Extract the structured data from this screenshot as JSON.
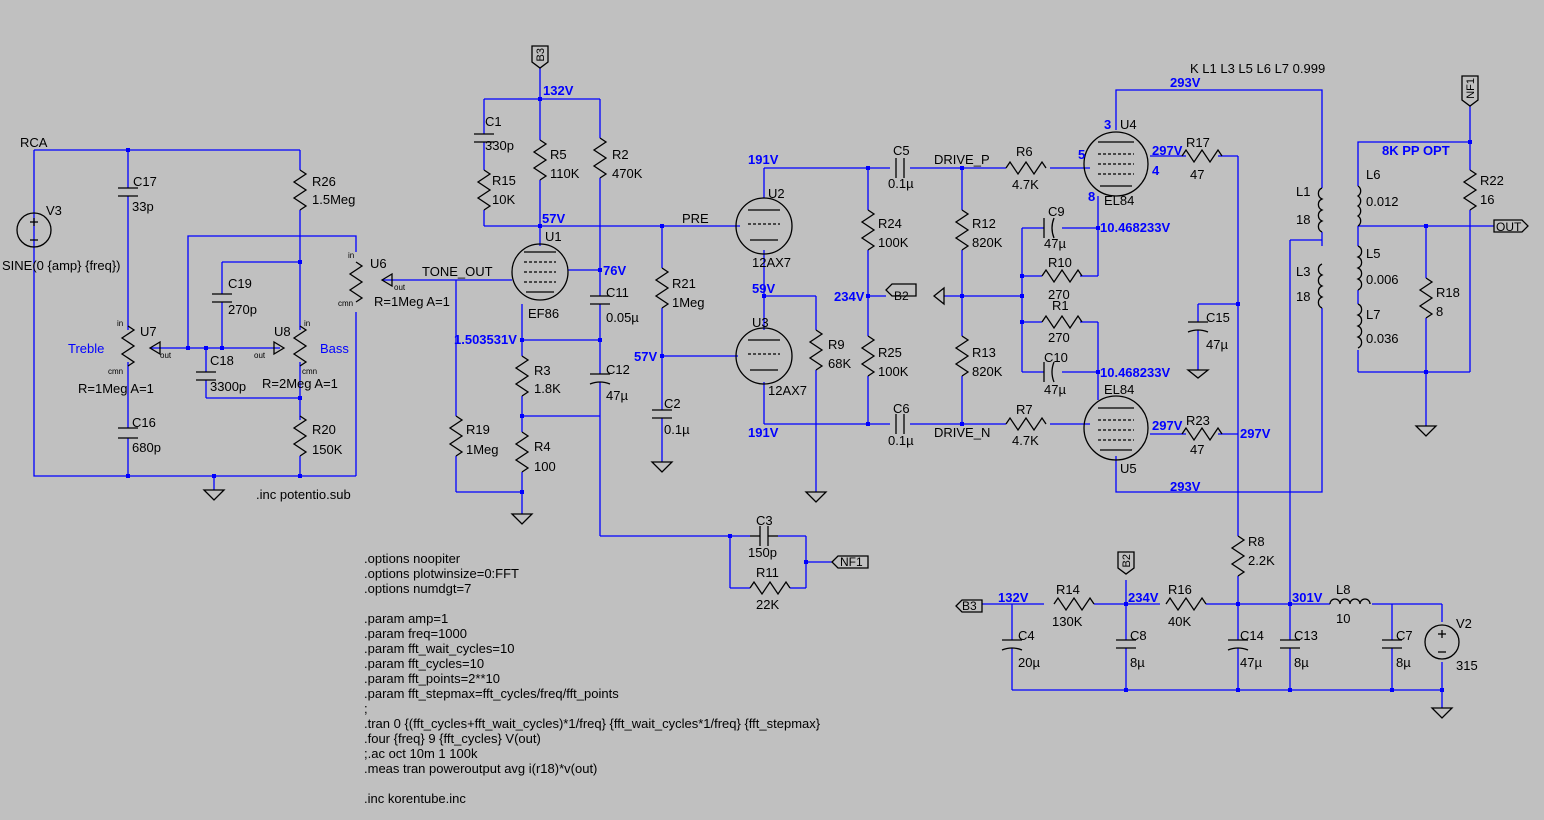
{
  "directives": [
    ".options noopiter",
    ".options plotwinsize=0:FFT",
    ".options numdgt=7",
    "",
    ".param amp=1",
    ".param freq=1000",
    ".param fft_wait_cycles=10",
    ".param fft_cycles=10",
    ".param fft_points=2**10",
    ".param fft_stepmax=fft_cycles/freq/fft_points",
    ";",
    ".tran 0 {(fft_cycles+fft_wait_cycles)*1/freq} {fft_wait_cycles*1/freq} {fft_stepmax}",
    ".four {freq} 9 {fft_cycles} V(out)",
    ";.ac oct 10m 1 100k",
    ".meas tran poweroutput avg i(r18)*v(out)",
    "",
    ".inc korentube.inc"
  ],
  "inc_potentio": ".inc potentio.sub",
  "coupling": "K L1 L3 L5 L6 L7  0.999",
  "opt_label": "8K PP OPT",
  "nets": {
    "rca": "RCA",
    "tone_out": "TONE_OUT",
    "pre": "PRE",
    "drive_p": "DRIVE_P",
    "drive_n": "DRIVE_N",
    "out": "OUT",
    "b3": "B3",
    "b2": "B2",
    "nf1": "NF1",
    "treble": "Treble",
    "bass": "Bass"
  },
  "components": [
    {
      "id": "V3",
      "ref": "V3",
      "val": "SINE(0 {amp} {freq})"
    },
    {
      "id": "C17",
      "ref": "C17",
      "val": "33p"
    },
    {
      "id": "R26",
      "ref": "R26",
      "val": "1.5Meg"
    },
    {
      "id": "C19",
      "ref": "C19",
      "val": "270p"
    },
    {
      "id": "U7",
      "ref": "U7",
      "val": "R=1Meg A=1"
    },
    {
      "id": "U8",
      "ref": "U8",
      "val": "R=2Meg A=1"
    },
    {
      "id": "C18",
      "ref": "C18",
      "val": "3300p"
    },
    {
      "id": "C16",
      "ref": "C16",
      "val": "680p"
    },
    {
      "id": "R20",
      "ref": "R20",
      "val": "150K"
    },
    {
      "id": "U6",
      "ref": "U6",
      "val": "R=1Meg A=1"
    },
    {
      "id": "C1",
      "ref": "C1",
      "val": "330p"
    },
    {
      "id": "R15",
      "ref": "R15",
      "val": "10K"
    },
    {
      "id": "R5",
      "ref": "R5",
      "val": "110K"
    },
    {
      "id": "R2",
      "ref": "R2",
      "val": "470K"
    },
    {
      "id": "U1",
      "ref": "U1",
      "val": "EF86"
    },
    {
      "id": "C11",
      "ref": "C11",
      "val": "0.05µ"
    },
    {
      "id": "C12",
      "ref": "C12",
      "val": "47µ"
    },
    {
      "id": "R3",
      "ref": "R3",
      "val": "1.8K"
    },
    {
      "id": "R4",
      "ref": "R4",
      "val": "100"
    },
    {
      "id": "R19",
      "ref": "R19",
      "val": "1Meg"
    },
    {
      "id": "R21",
      "ref": "R21",
      "val": "1Meg"
    },
    {
      "id": "C2",
      "ref": "C2",
      "val": "0.1µ"
    },
    {
      "id": "U2",
      "ref": "U2",
      "val": "12AX7"
    },
    {
      "id": "U3",
      "ref": "U3",
      "val": "12AX7"
    },
    {
      "id": "R9",
      "ref": "R9",
      "val": "68K"
    },
    {
      "id": "C5",
      "ref": "C5",
      "val": "0.1µ"
    },
    {
      "id": "C6",
      "ref": "C6",
      "val": "0.1µ"
    },
    {
      "id": "R24",
      "ref": "R24",
      "val": "100K"
    },
    {
      "id": "R25",
      "ref": "R25",
      "val": "100K"
    },
    {
      "id": "R12",
      "ref": "R12",
      "val": "820K"
    },
    {
      "id": "R13",
      "ref": "R13",
      "val": "820K"
    },
    {
      "id": "R6",
      "ref": "R6",
      "val": "4.7K"
    },
    {
      "id": "R7",
      "ref": "R7",
      "val": "4.7K"
    },
    {
      "id": "C9",
      "ref": "C9",
      "val": "47µ"
    },
    {
      "id": "R10",
      "ref": "R10",
      "val": "270"
    },
    {
      "id": "R1",
      "ref": "R1",
      "val": "270"
    },
    {
      "id": "C10",
      "ref": "C10",
      "val": "47µ"
    },
    {
      "id": "U4",
      "ref": "U4",
      "val": "EL84"
    },
    {
      "id": "U5",
      "ref": "U5",
      "val": "EL84"
    },
    {
      "id": "R17",
      "ref": "R17",
      "val": "47"
    },
    {
      "id": "R23",
      "ref": "R23",
      "val": "47"
    },
    {
      "id": "C15",
      "ref": "C15",
      "val": "47µ"
    },
    {
      "id": "L1",
      "ref": "L1",
      "val": "18"
    },
    {
      "id": "L3",
      "ref": "L3",
      "val": "18"
    },
    {
      "id": "L6",
      "ref": "L6",
      "val": "0.012"
    },
    {
      "id": "L5",
      "ref": "L5",
      "val": "0.006"
    },
    {
      "id": "L7",
      "ref": "L7",
      "val": "0.036"
    },
    {
      "id": "R22",
      "ref": "R22",
      "val": "16"
    },
    {
      "id": "R18",
      "ref": "R18",
      "val": "8"
    },
    {
      "id": "C3",
      "ref": "C3",
      "val": "150p"
    },
    {
      "id": "R11",
      "ref": "R11",
      "val": "22K"
    },
    {
      "id": "R8",
      "ref": "R8",
      "val": "2.2K"
    },
    {
      "id": "R14",
      "ref": "R14",
      "val": "130K"
    },
    {
      "id": "R16",
      "ref": "R16",
      "val": "40K"
    },
    {
      "id": "L8",
      "ref": "L8",
      "val": "10"
    },
    {
      "id": "C4",
      "ref": "C4",
      "val": "20µ"
    },
    {
      "id": "C8",
      "ref": "C8",
      "val": "8µ"
    },
    {
      "id": "C14",
      "ref": "C14",
      "val": "47µ"
    },
    {
      "id": "C13",
      "ref": "C13",
      "val": "8µ"
    },
    {
      "id": "C7",
      "ref": "C7",
      "val": "8µ"
    },
    {
      "id": "V2",
      "ref": "V2",
      "val": "315"
    }
  ],
  "voltages": {
    "v132a": "132V",
    "v57": "57V",
    "v76": "76V",
    "v1503": "1.503531V",
    "v191a": "191V",
    "v59": "59V",
    "v57b": "57V",
    "v191b": "191V",
    "v234a": "234V",
    "v293a": "293V",
    "v297a": "297V",
    "v10a": "10.468233V",
    "v10b": "10.468233V",
    "v297b": "297V",
    "v297c": "297V",
    "v293b": "293V",
    "v132b": "132V",
    "v234b": "234V",
    "v301": "301V"
  },
  "pins": {
    "u4_3": "3",
    "u4_5": "5",
    "u4_4": "4",
    "u4_8": "8",
    "in": "in",
    "out": "out",
    "cmn": "cmn"
  }
}
